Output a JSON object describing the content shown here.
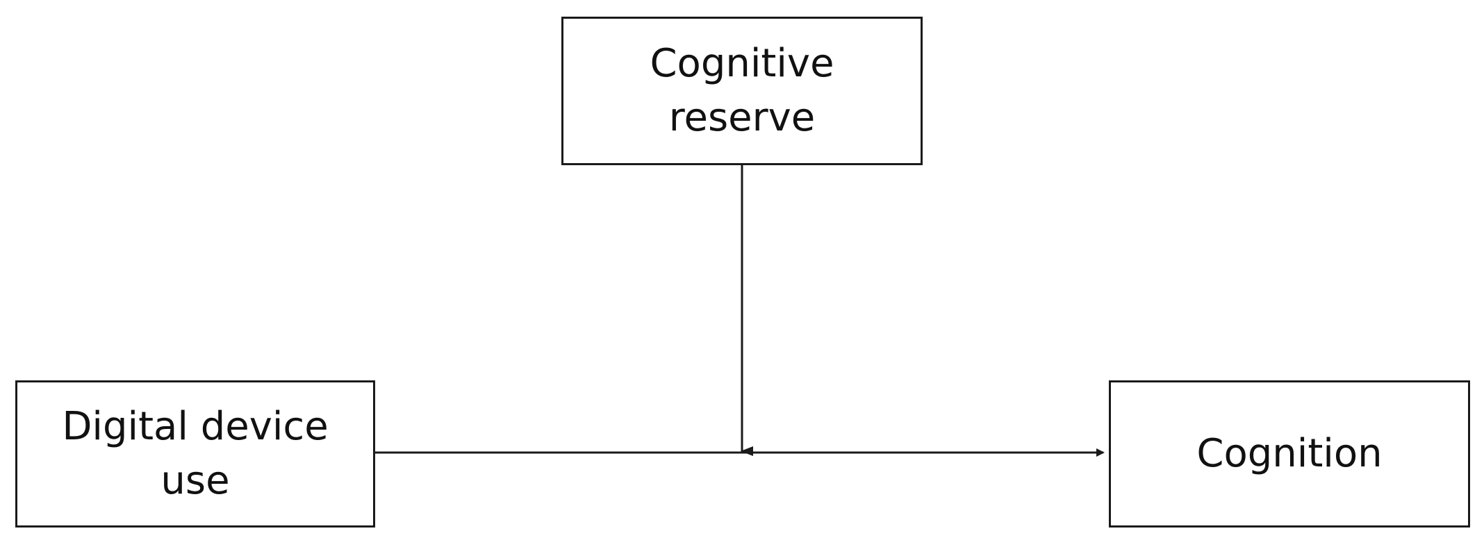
{
  "nodes": {
    "moderator": {
      "label": "Cognitive\nreserve"
    },
    "predictor": {
      "label": "Digital device\nuse"
    },
    "outcome": {
      "label": "Cognition"
    }
  },
  "edges": [
    {
      "from": "predictor",
      "to": "outcome",
      "kind": "direct-effect-arrow"
    },
    {
      "from": "moderator",
      "to": "predictor-outcome-path",
      "kind": "moderation-arrow"
    }
  ],
  "colors": {
    "stroke": "#1a1a1a",
    "text": "#111111",
    "background": "#ffffff"
  }
}
